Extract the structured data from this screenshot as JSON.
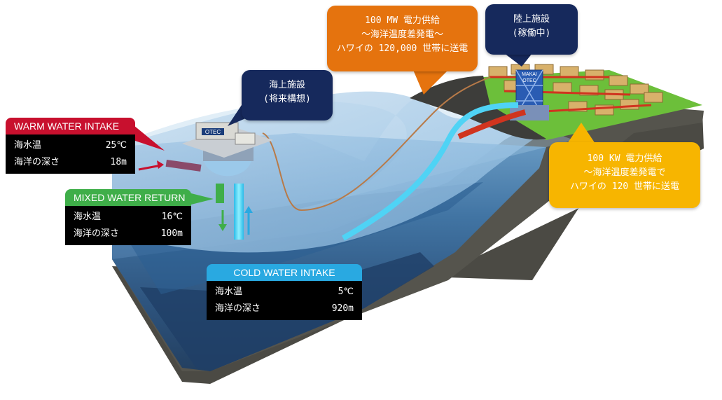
{
  "callouts": {
    "power_large": {
      "lines": [
        "100 MW 電力供給",
        "～海洋温度差発電～",
        "ハワイの 120,000 世帯に送電"
      ],
      "color": "#e5730e"
    },
    "onshore": {
      "lines": [
        "陸上施設",
        "(稼働中)"
      ],
      "color": "#16295c"
    },
    "offshore": {
      "lines": [
        "海上施設",
        "(将来構想)"
      ],
      "color": "#16295c"
    },
    "power_small": {
      "lines": [
        "100 KW 電力供給",
        "～海洋温度差発電で",
        "ハワイの 120 世帯に送電"
      ],
      "color": "#f7b500"
    }
  },
  "panels": {
    "warm": {
      "title": "WARM WATER INTAKE",
      "color": "#c8102e",
      "rows": [
        {
          "label": "海水温",
          "value": "25℃"
        },
        {
          "label": "海洋の深さ",
          "value": "18m"
        }
      ]
    },
    "mixed": {
      "title": "MIXED WATER RETURN",
      "color": "#3fae49",
      "rows": [
        {
          "label": "海水温",
          "value": "16℃"
        },
        {
          "label": "海洋の深さ",
          "value": "100m"
        }
      ]
    },
    "cold": {
      "title": "COLD WATER INTAKE",
      "color": "#29a9e1",
      "rows": [
        {
          "label": "海水温",
          "value": "5℃"
        },
        {
          "label": "海洋の深さ",
          "value": "920m"
        }
      ]
    }
  },
  "labels": {
    "platform_logo": "OTEC",
    "tower_logo_top": "MAKAI",
    "tower_logo_bottom": "OTEC"
  },
  "colors": {
    "surface_water": "#9cc6e6",
    "mid_water": "#3c6fa3",
    "deep_water": "#21456d",
    "land": "#6cbf3a",
    "seabed": "#4b4a44",
    "cold_pipe": "#4fd3f5",
    "warm_pipe": "#d0341f"
  }
}
